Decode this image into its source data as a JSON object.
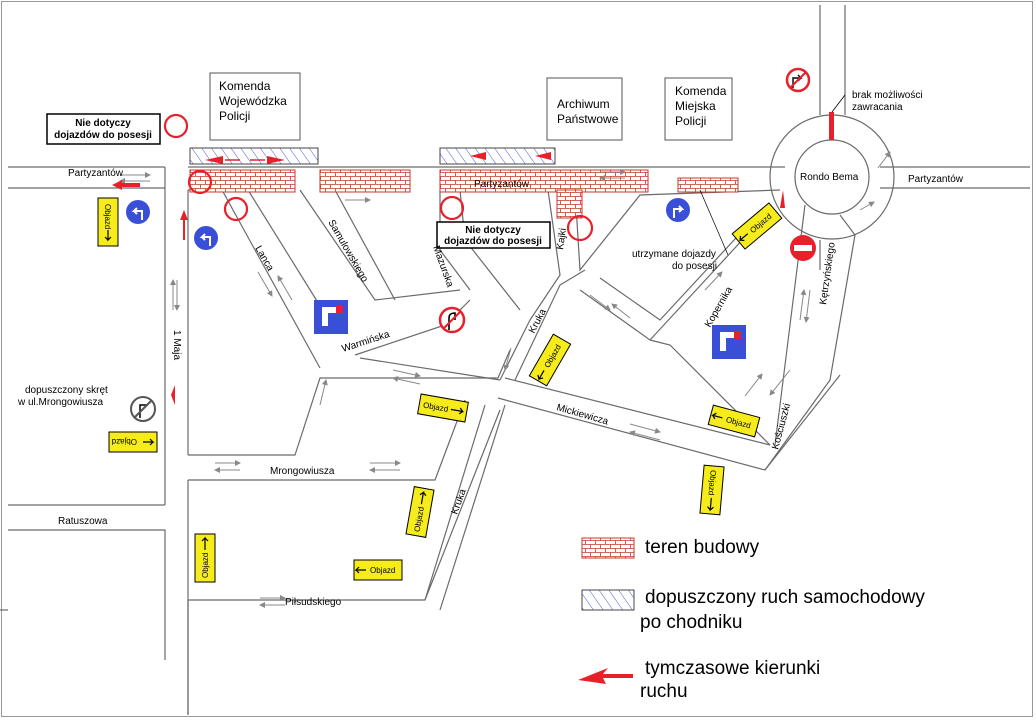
{
  "buildings": {
    "komenda_wojewodzka": [
      "Komenda",
      "Wojewódzka",
      "Policji"
    ],
    "archiwum": [
      "Archiwum",
      "Państwowe"
    ],
    "komenda_miejska": [
      "Komenda",
      "Miejska",
      "Policji"
    ]
  },
  "streets": {
    "partyzantow_left": "Partyzantów",
    "partyzantow_mid": "Partyzantów",
    "partyzantow_right": "Partyzantów",
    "rondo": "Rondo Bema",
    "lanca": "Lanca",
    "samulowskiego": "Samulowskiego",
    "mazurska": "Mazurska",
    "kajki": "Kajki",
    "warminska": "Warmińska",
    "kruka_upper": "Kruka",
    "kruka_lower": "Kruka",
    "kopernika": "Kopernika",
    "ketrzynskiego": "Kętrzyńskiego",
    "kosciuszki": "Kościuszki",
    "mickiewicza": "Mickiewicza",
    "mrongowiusza": "Mrongowiusza",
    "pilsudskiego": "Piłsudskiego",
    "ratuszowa": "Ratuszowa",
    "maja": "1 Maja"
  },
  "notes": {
    "nie_dotyczy_1": [
      "Nie dotyczy",
      "dojazdów do posesji"
    ],
    "nie_dotyczy_2": [
      "Nie dotyczy",
      "dojazdów do posesji"
    ],
    "brak": [
      "brak możliwości",
      "zawracania"
    ],
    "utrzymane": [
      "utrzymane dojazdy",
      "do posesji"
    ],
    "skret": [
      "dopuszczony skręt",
      "w ul.Mrongowiusza"
    ]
  },
  "detour_label": "Objazd",
  "legend": {
    "construction": "teren budowy",
    "sidewalk": [
      "dopuszczony ruch samochodowy",
      "po chodniku"
    ],
    "temp": [
      "tymczasowe kierunki",
      "ruchu"
    ]
  },
  "colors": {
    "prohibition_red": "#e8202a",
    "mandatory_blue": "#3a4fd8",
    "detour_yellow": "#f6ec1c",
    "construction_line": "#c0392b",
    "sidewalk_hatch": "#4a5bd6",
    "temp_arrow": "#e8202a"
  }
}
